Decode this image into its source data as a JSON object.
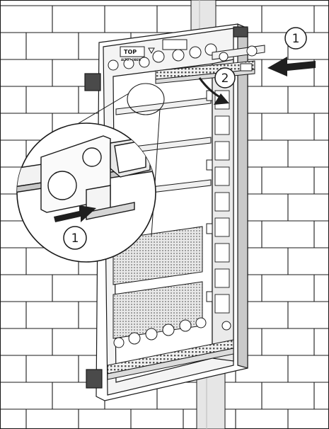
{
  "illustration": {
    "top_label": "TOP",
    "top_sublabel": "ALTO / OBEN",
    "callouts": [
      {
        "number": "1"
      },
      {
        "number": "2"
      },
      {
        "number": "1"
      }
    ],
    "colors": {
      "line": "#1a1a1a",
      "wall": "#ffffff",
      "shadow": "#b8b8b8",
      "duct": "#e4e4e4",
      "arrow": "#1f1f1f",
      "mesh": "#9a9a9a"
    }
  }
}
